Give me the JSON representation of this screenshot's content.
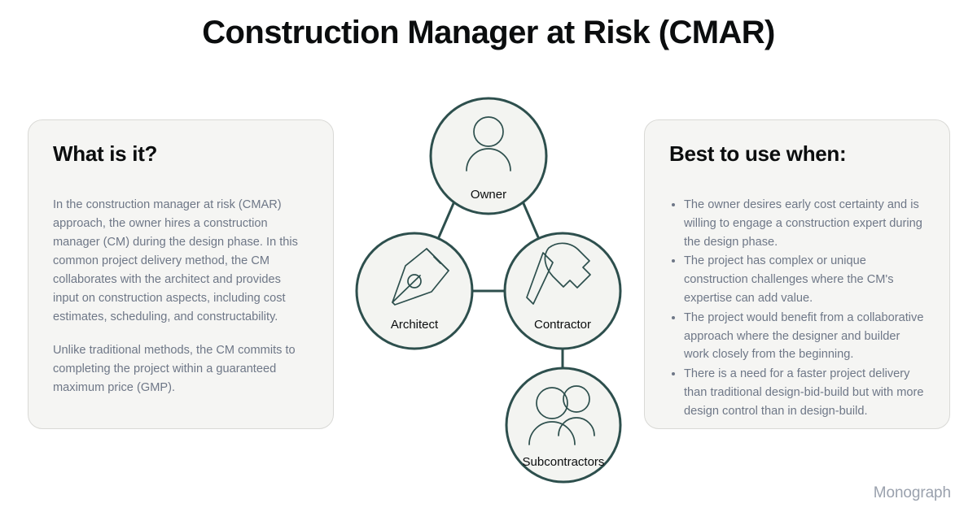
{
  "page": {
    "title": "Construction Manager at Risk (CMAR)",
    "brand": "Monograph",
    "accent_color": "#2d4f4d",
    "card_bg_color": "#f5f5f3",
    "body_text_color": "#6e7787",
    "background_color": "#ffffff"
  },
  "left_card": {
    "heading": "What is it?",
    "paragraphs": [
      "In the construction manager at risk (CMAR) approach, the owner hires a construction manager (CM) during the design phase. In this common project delivery method, the CM collaborates with the architect and provides input on construction aspects, including cost estimates, scheduling, and constructability.",
      "Unlike traditional methods, the CM commits to completing the project within a guaranteed maximum price (GMP)."
    ]
  },
  "right_card": {
    "heading": "Best to use when:",
    "bullets": [
      "The owner desires early cost certainty and is willing to engage a construction expert during the design phase.",
      "The project has complex or unique construction challenges where the CM's expertise can add value.",
      "The project would benefit from a collaborative approach where the designer and builder work closely from the beginning.",
      "There is a need for a faster project delivery than traditional design-bid-build but with more design control than in design-build."
    ]
  },
  "diagram": {
    "nodes": [
      {
        "id": "owner",
        "label": "Owner",
        "icon": "person-icon"
      },
      {
        "id": "architect",
        "label": "Architect",
        "icon": "pen-nib-icon"
      },
      {
        "id": "contractor",
        "label": "Contractor",
        "icon": "hammer-icon"
      },
      {
        "id": "subcontractors",
        "label": "Subcontractors",
        "icon": "people-group-icon"
      }
    ],
    "connections": [
      {
        "from": "owner",
        "to": "architect"
      },
      {
        "from": "owner",
        "to": "contractor"
      },
      {
        "from": "architect",
        "to": "contractor"
      },
      {
        "from": "contractor",
        "to": "subcontractors"
      }
    ]
  }
}
